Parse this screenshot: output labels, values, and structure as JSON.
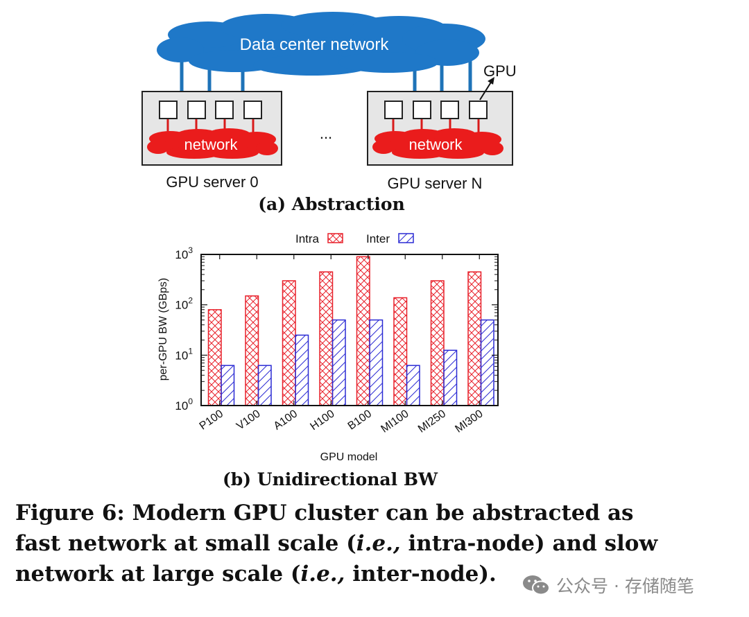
{
  "figure_a": {
    "cloud_label": "Data center network",
    "gpu_pointer_label": "GPU",
    "server_network_label": "network",
    "ellipsis": "...",
    "server_left_label": "GPU server 0",
    "server_right_label": "GPU server N",
    "subcaption": "(a) Abstraction"
  },
  "figure_b": {
    "subcaption": "(b) Unidirectional BW",
    "legend": {
      "intra": "Intra",
      "inter": "Inter"
    },
    "ylabel": "per-GPU BW (GBps)",
    "xlabel": "GPU model",
    "ytick_base": "10",
    "ytick_exponents": [
      "0",
      "1",
      "2",
      "3"
    ]
  },
  "chart_data": {
    "type": "bar",
    "title": "",
    "xlabel": "GPU model",
    "ylabel": "per-GPU BW (GBps)",
    "yscale": "log",
    "ylim": [
      1,
      1000
    ],
    "categories": [
      "P100",
      "V100",
      "A100",
      "H100",
      "B100",
      "MI100",
      "MI250",
      "MI300"
    ],
    "series": [
      {
        "name": "Intra",
        "values": [
          80,
          150,
          300,
          450,
          900,
          138,
          300,
          450
        ],
        "color": "#e8202a",
        "pattern": "crosshatch"
      },
      {
        "name": "Inter",
        "values": [
          6.25,
          6.25,
          25,
          50,
          50,
          6.25,
          12.5,
          50
        ],
        "color": "#2a2ad4",
        "pattern": "diagonal"
      }
    ],
    "legend": "top-center",
    "grid": false
  },
  "caption": {
    "part1": "Figure 6: Modern GPU cluster can be abstracted as fast network at small scale (",
    "ie1": "i.e.,",
    "part2": " intra-node) and slow network at large scale (",
    "ie2": "i.e.,",
    "part3": " inter-node)."
  },
  "watermark": {
    "text": "公众号 · 存储随笔",
    "icon": "wechat-icon"
  }
}
